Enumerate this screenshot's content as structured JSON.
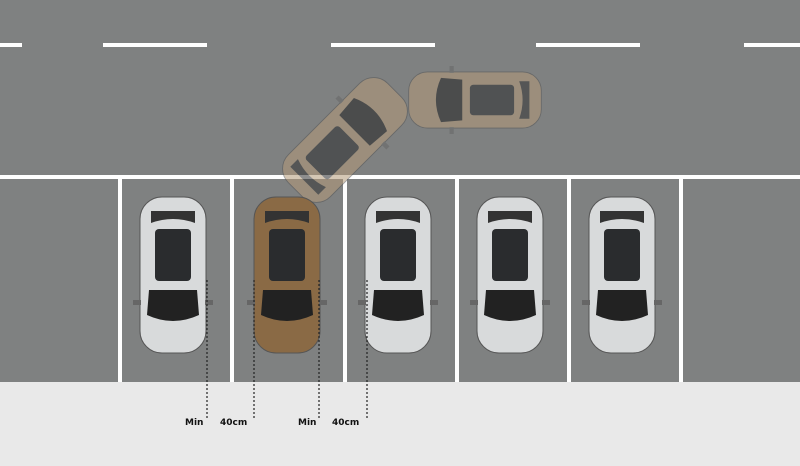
{
  "labels": {
    "min_1": "Min",
    "gap_1": "40cm",
    "min_2": "Min",
    "gap_2": "40cm"
  },
  "colors": {
    "road": "#7f8181",
    "sidewalk": "#e9e9e9",
    "car_white": "#d8dadb",
    "car_bronze": "#8a6a45",
    "lines": "#ffffff"
  }
}
